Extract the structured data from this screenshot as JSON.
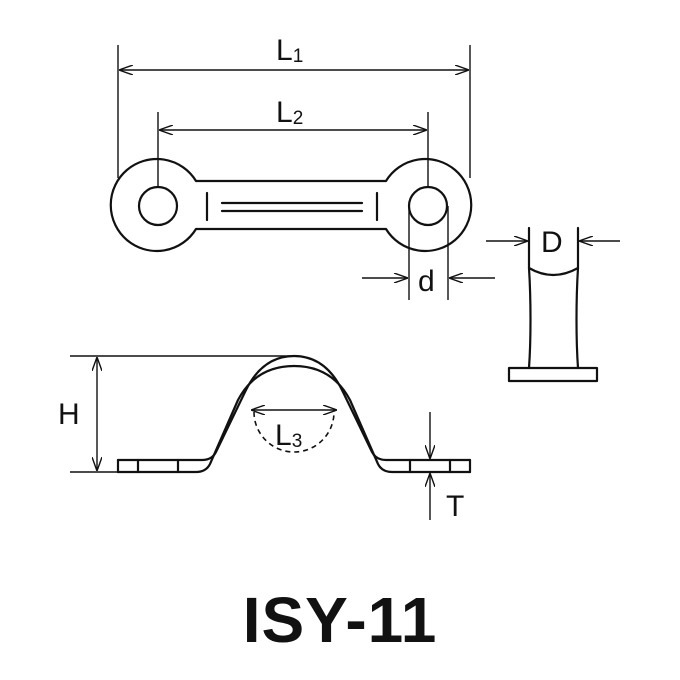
{
  "dimensions": {
    "L1": {
      "main": "L",
      "sub": "1"
    },
    "L2": {
      "main": "L",
      "sub": "2"
    },
    "L3": {
      "main": "L",
      "sub": "3"
    },
    "d": "d",
    "D": "D",
    "H": "H",
    "T": "T"
  },
  "model": "ISY-11"
}
